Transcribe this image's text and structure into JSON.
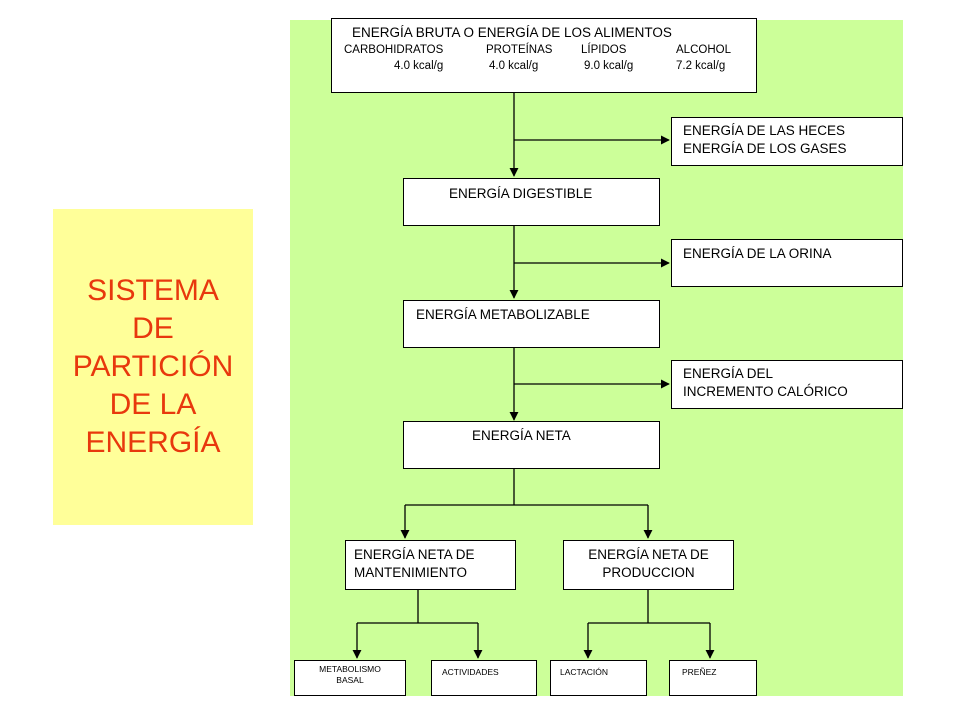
{
  "title": "SISTEMA\nDE\nPARTICIÓN\nDE LA\nENERGÍA",
  "gross": {
    "title": "ENERGÍA BRUTA O ENERGÍA DE LOS ALIMENTOS",
    "nutrients": [
      {
        "name": "CARBOHIDRATOS",
        "value": "4.0 kcal/g"
      },
      {
        "name": "PROTEÍNAS",
        "value": "4.0 kcal/g"
      },
      {
        "name": "LÍPIDOS",
        "value": "9.0 kcal/g"
      },
      {
        "name": "ALCOHOL",
        "value": "7.2 kcal/g"
      }
    ]
  },
  "feces": {
    "line1": "ENERGÍA DE LAS HECES",
    "line2": "ENERGÍA DE LOS GASES"
  },
  "digestible": "ENERGÍA DIGESTIBLE",
  "urine": "ENERGÍA DE LA ORINA",
  "metabolizable": "ENERGÍA METABOLIZABLE",
  "heat": {
    "line1": "ENERGÍA DEL",
    "line2": "INCREMENTO CALÓRICO"
  },
  "net": "ENERGÍA NETA",
  "maintenance": {
    "line1": "ENERGÍA NETA DE",
    "line2": "MANTENIMIENTO"
  },
  "production": {
    "line1": "ENERGÍA NETA DE",
    "line2": "PRODUCCION"
  },
  "leaves": {
    "basal_line1": "METABOLISMO",
    "basal_line2": "BASAL",
    "activities": "ACTIVIDADES",
    "lactation": "LACTACIÓN",
    "pregnancy": "PREÑEZ"
  }
}
